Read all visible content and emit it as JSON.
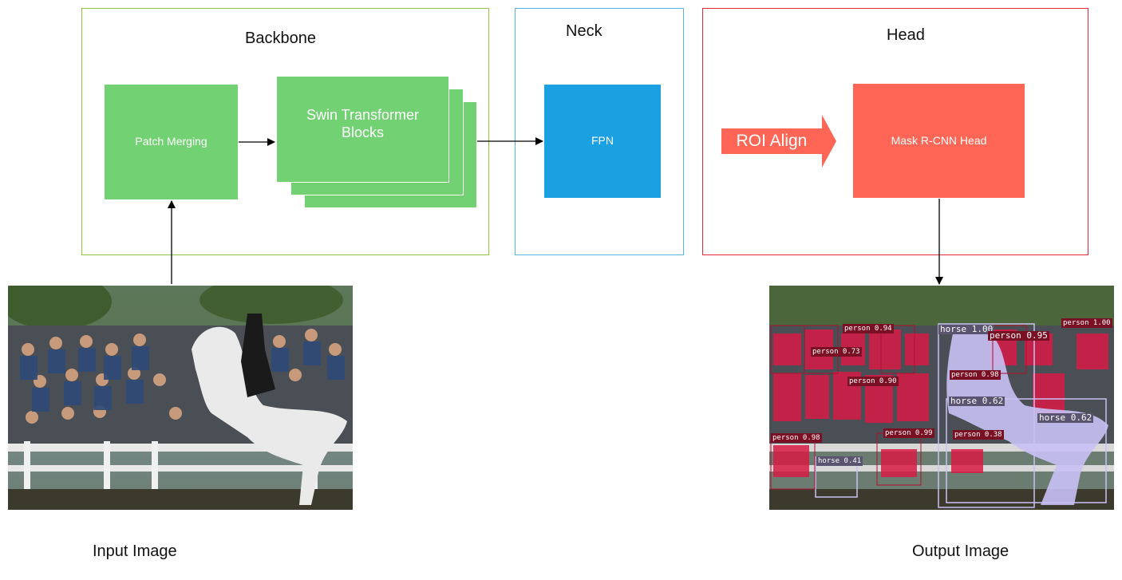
{
  "colors": {
    "backbone_border": "#8cc63f",
    "neck_border": "#5ab4e5",
    "head_border": "#e0283a",
    "green_block": "#72d173",
    "blue_block": "#1ba1e2",
    "red_block": "#ff6655",
    "arrow": "#000000"
  },
  "sections": {
    "backbone": {
      "title": "Backbone"
    },
    "neck": {
      "title": "Neck"
    },
    "head": {
      "title": "Head"
    }
  },
  "blocks": {
    "patch_merging": "Patch Merging",
    "swin_blocks_line1": "Swin Transformer",
    "swin_blocks_line2": "Blocks",
    "fpn": "FPN",
    "roi_align": "ROI Align",
    "mask_rcnn_head": "Mask R-CNN Head"
  },
  "captions": {
    "input": "Input Image",
    "output": "Output Image"
  },
  "detections": [
    {
      "label": "horse 1.00",
      "kind": "horse"
    },
    {
      "label": "person 0.95",
      "kind": "person"
    },
    {
      "label": "horse 0.62",
      "kind": "horse"
    },
    {
      "label": "horse 0.62",
      "kind": "horse"
    },
    {
      "label": "person 0.99",
      "kind": "person"
    },
    {
      "label": "person 0.98",
      "kind": "person"
    },
    {
      "label": "person 0.94",
      "kind": "person"
    },
    {
      "label": "person 0.73",
      "kind": "person"
    },
    {
      "label": "person 0.90",
      "kind": "person"
    },
    {
      "label": "person 0.38",
      "kind": "person"
    },
    {
      "label": "person 1.00",
      "kind": "person"
    },
    {
      "label": "horse 0.41",
      "kind": "horse"
    },
    {
      "label": "person 0.98",
      "kind": "person"
    }
  ]
}
